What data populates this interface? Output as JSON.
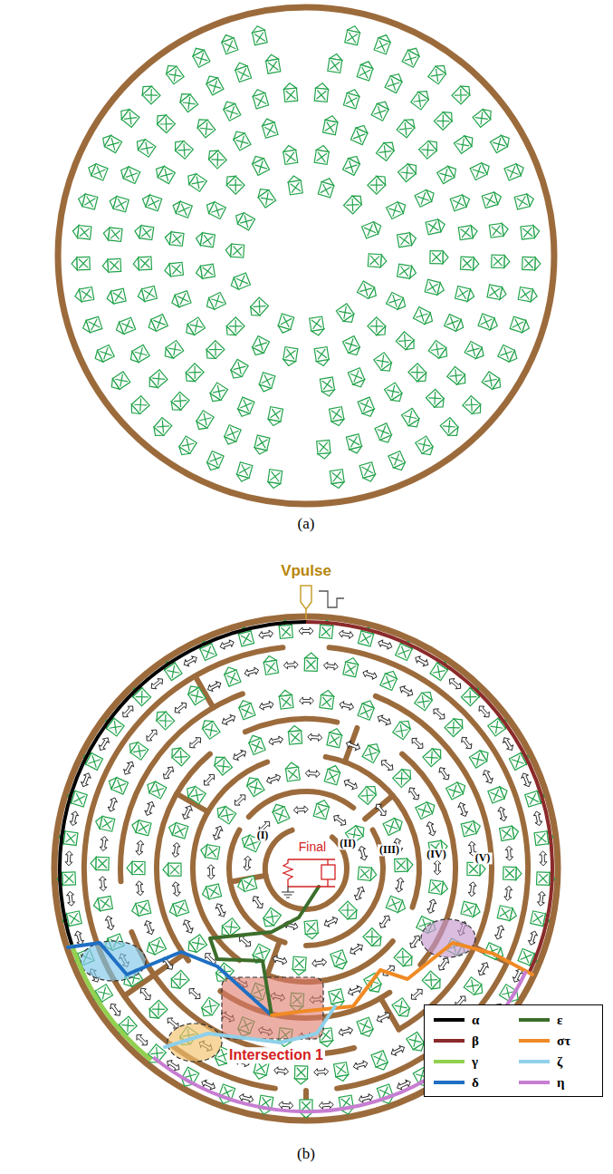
{
  "diagram": {
    "labels": [
      "(a)",
      "(b)",
      "Vpulse",
      "Final",
      "(I)",
      "(II)",
      "(III)",
      "(IV)",
      "(V)",
      "Intersection 1"
    ],
    "legend": [
      {
        "text": "α",
        "color": "#000000"
      },
      {
        "text": "β",
        "color": "#8b2a2a"
      },
      {
        "text": "γ",
        "color": "#92d050"
      },
      {
        "text": "δ",
        "color": "#1f6fc4"
      },
      {
        "text": "ε",
        "color": "#3c6e2b"
      },
      {
        "text": "στ",
        "color": "#f08a24"
      },
      {
        "text": "ζ",
        "color": "#8fd0ea"
      },
      {
        "text": "η",
        "color": "#c77dd1"
      }
    ]
  }
}
